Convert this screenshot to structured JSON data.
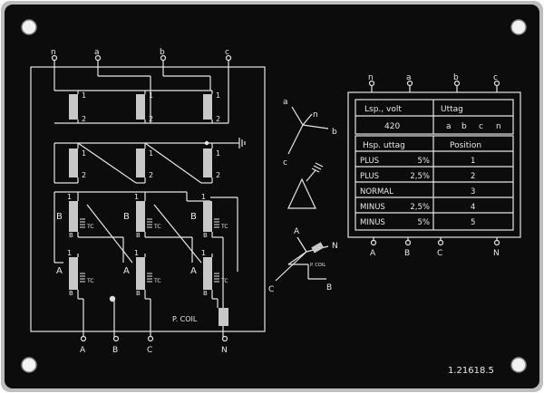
{
  "terminals_top": [
    "n",
    "a",
    "b",
    "c"
  ],
  "terminals_bottom": [
    "A",
    "B",
    "C",
    "N"
  ],
  "winding_labels": {
    "one": "1",
    "two": "2"
  },
  "tc_label": "TC",
  "upper_winding_letters": [
    "B",
    "B",
    "B"
  ],
  "lower_winding_letters": [
    "A",
    "A",
    "A"
  ],
  "tap_letters_upper": [
    "B",
    "B",
    "B"
  ],
  "tap_letters_lower": [
    "B",
    "B",
    "B"
  ],
  "p_coil": "P. COIL",
  "vector_diagram": {
    "star_labels": [
      "a",
      "n",
      "b",
      "c"
    ],
    "bottom_labels": [
      "A",
      "N",
      "C",
      "B"
    ],
    "small_p_coil": "P. COIL"
  },
  "table": {
    "header_left": "Lsp., volt",
    "header_right": "Uttag",
    "voltage": "420",
    "uttag_values": [
      "a",
      "b",
      "c",
      "n"
    ],
    "col_hsp": "Hsp. uttag",
    "col_position": "Position",
    "rows": [
      {
        "label": "PLUS",
        "pct": "5%",
        "pos": "1"
      },
      {
        "label": "PLUS",
        "pct": "2,5%",
        "pos": "2"
      },
      {
        "label": "NORMAL",
        "pct": "",
        "pos": "3"
      },
      {
        "label": "MINUS",
        "pct": "2,5%",
        "pos": "4"
      },
      {
        "label": "MINUS",
        "pct": "5%",
        "pos": "5"
      }
    ]
  },
  "part_number": "1.21618.5",
  "colors": {
    "plate": "#0c0c0c",
    "line": "#e6e6e6",
    "bezel": "#bdbdbd",
    "core": "#c8c8c8"
  }
}
